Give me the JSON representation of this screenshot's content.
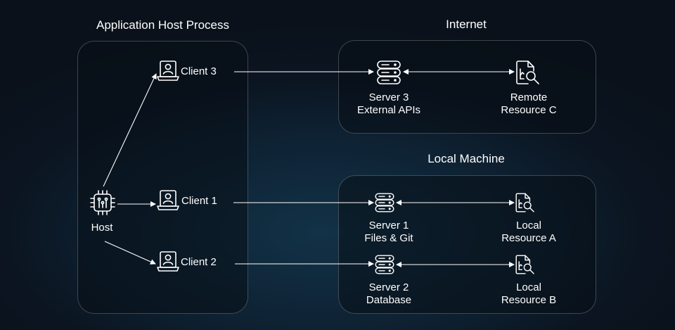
{
  "titles": {
    "host_process": "Application Host Process",
    "internet": "Internet",
    "local_machine": "Local Machine"
  },
  "nodes": {
    "host": {
      "label": "Host",
      "icon": "chip-icon"
    },
    "client1": {
      "label": "Client 1",
      "icon": "laptop-user-icon"
    },
    "client2": {
      "label": "Client 2",
      "icon": "laptop-user-icon"
    },
    "client3": {
      "label": "Client 3",
      "icon": "laptop-user-icon"
    },
    "server1": {
      "line1": "Server 1",
      "line2": "Files & Git",
      "icon": "server-icon"
    },
    "server2": {
      "line1": "Server 2",
      "line2": "Database",
      "icon": "server-icon"
    },
    "server3": {
      "line1": "Server 3",
      "line2": "External APIs",
      "icon": "server-icon"
    },
    "local_a": {
      "line1": "Local",
      "line2": "Resource A",
      "icon": "document-search-icon"
    },
    "local_b": {
      "line1": "Local",
      "line2": "Resource B",
      "icon": "document-search-icon"
    },
    "remote_c": {
      "line1": "Remote",
      "line2": "Resource C",
      "icon": "document-search-icon"
    }
  },
  "colors": {
    "stroke": "#ffffff",
    "box_border": "#ffffff38"
  }
}
